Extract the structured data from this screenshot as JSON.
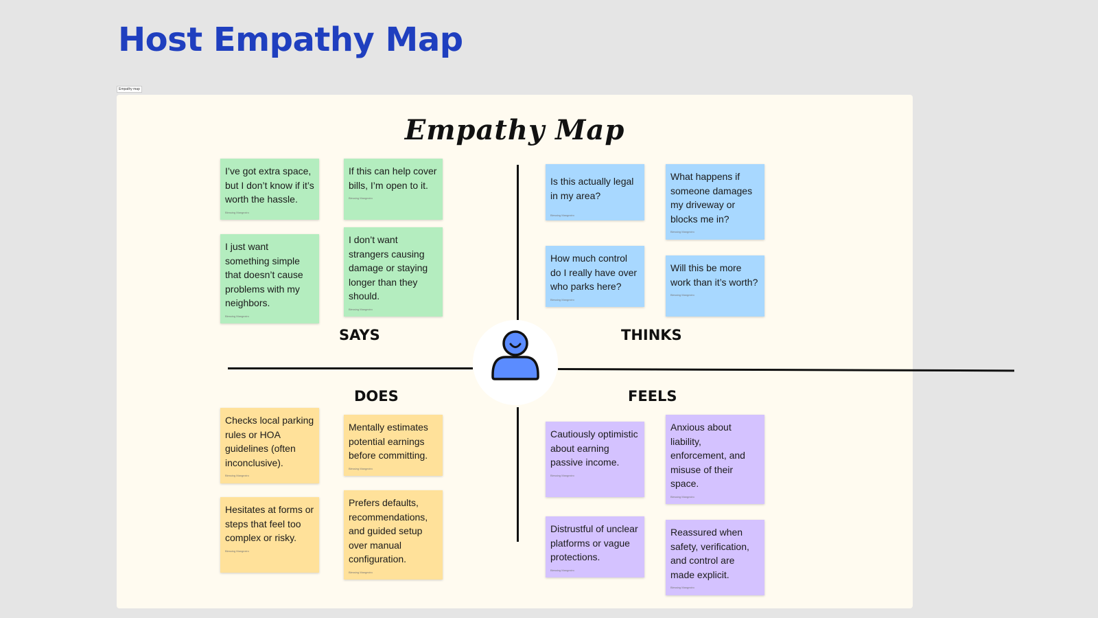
{
  "page": {
    "title": "Host Empathy Map",
    "frame_label": "Empathy map"
  },
  "board": {
    "title": "Empathy Map",
    "quadrants": {
      "says": "SAYS",
      "thinks": "THINKS",
      "does": "DOES",
      "feels": "FEELS"
    },
    "center_icon": "user-icon"
  },
  "author": "Blessing Mangeziro",
  "colors": {
    "title": "#1f3fbf",
    "board": "#fffbf0",
    "says": "#b4edbf",
    "thinks": "#a8d8ff",
    "does": "#ffe19a",
    "feels": "#d4c2ff",
    "user_icon": "#5b8cff"
  },
  "notes": {
    "says": [
      "I’ve got extra space, but I don’t know if it’s worth the hassle.",
      "If this can help cover bills, I’m open to it.",
      "I just want something simple that doesn’t cause problems with my neighbors.",
      "I don’t want strangers causing damage or staying longer than they should."
    ],
    "thinks": [
      "Is this actually legal in my area?",
      "What happens if someone damages my driveway or blocks me in?",
      "How much control do I really have over who parks here?",
      "Will this be more work than it’s worth?"
    ],
    "does": [
      "Checks local parking rules or HOA guidelines (often inconclusive).",
      "Mentally estimates potential earnings before committing.",
      "Hesitates at forms or steps that feel too complex or risky.",
      "Prefers defaults, recommendations, and guided setup over manual configuration."
    ],
    "feels": [
      "Cautiously optimistic about earning passive income.",
      "Anxious about liability, enforcement, and misuse of their space.",
      "Distrustful of unclear platforms or vague protections.",
      "Reassured when safety, verification, and control are made explicit."
    ]
  }
}
